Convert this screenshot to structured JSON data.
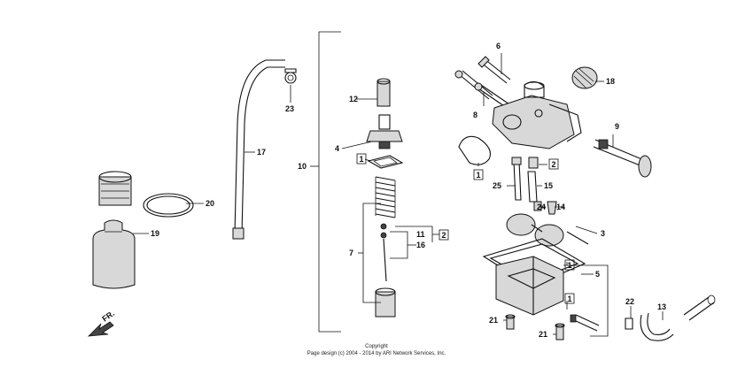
{
  "callouts": {
    "c1": "1",
    "c2": "2",
    "c3": "3",
    "c4": "4",
    "c5": "5",
    "c6": "6",
    "c7": "7",
    "c8": "8",
    "c9": "9",
    "c10": "10",
    "c11": "11",
    "c12": "12",
    "c13": "13",
    "c14": "14",
    "c15": "15",
    "c16": "16",
    "c17": "17",
    "c18": "18",
    "c19": "19",
    "c20": "20",
    "c21": "21",
    "c22": "22",
    "c23": "23",
    "c24": "24",
    "c25": "25"
  },
  "boxed": {
    "b1": "1",
    "b2": "2"
  },
  "direction_label": "FR.",
  "copyright": {
    "line1": "Copyright",
    "line2": "Page design (c) 2004 - 2014 by ARI Network Services, Inc."
  }
}
